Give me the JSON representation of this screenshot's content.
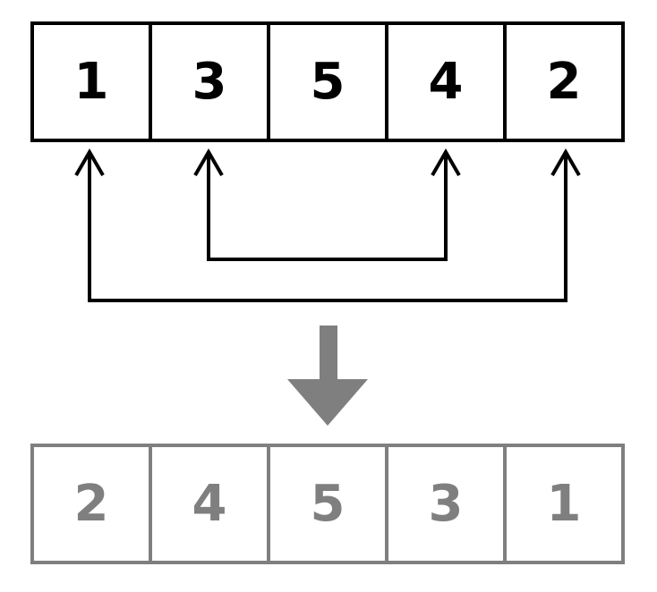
{
  "colors": {
    "top": "#000000",
    "bottom": "#7f7f7f"
  },
  "original_array": {
    "values": [
      "1",
      "3",
      "5",
      "4",
      "2"
    ]
  },
  "swaps": [
    {
      "from_index": 0,
      "to_index": 4
    },
    {
      "from_index": 1,
      "to_index": 3
    }
  ],
  "reversed_array": {
    "values": [
      "2",
      "4",
      "5",
      "3",
      "1"
    ]
  }
}
